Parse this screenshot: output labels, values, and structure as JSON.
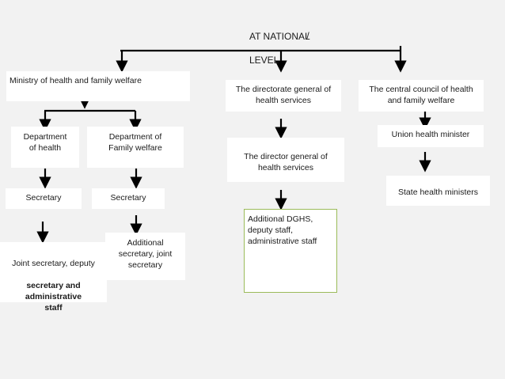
{
  "title": {
    "line1": "AT NATIONAL",
    "line2": "LEVEL",
    "mark": "/"
  },
  "nodes": {
    "ministry": "Ministry of health and family welfare",
    "dept_health": "Department\nof health",
    "dept_family": "Department of\nFamily welfare",
    "secretary_1": "Secretary",
    "secretary_2": "Secretary",
    "joint_sec_line1": "Joint secretary, deputy",
    "joint_sec_bold": "secretary and\nadministrative\nstaff",
    "additional_sec": "Additional\nsecretary, joint\nsecretary",
    "dghs": "The directorate general of\nhealth services",
    "director_general": "The director general of\nhealth services",
    "additional_dghs": "Additional DGHS,\ndeputy  staff,\nadministrative staff",
    "central_council": "The central council of health\nand family welfare",
    "union_minister": "Union health minister",
    "state_ministers": "State health ministers"
  },
  "colors": {
    "background": "#f2f2f2",
    "box": "#ffffff",
    "line": "#000000",
    "highlight_border": "#9bbb59"
  }
}
